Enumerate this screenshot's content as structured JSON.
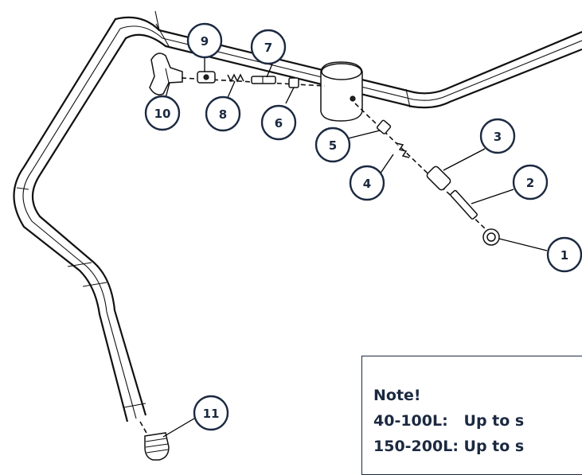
{
  "callouts": [
    {
      "id": "1",
      "label": "1"
    },
    {
      "id": "2",
      "label": "2"
    },
    {
      "id": "3",
      "label": "3"
    },
    {
      "id": "4",
      "label": "4"
    },
    {
      "id": "5",
      "label": "5"
    },
    {
      "id": "6",
      "label": "6"
    },
    {
      "id": "7",
      "label": "7"
    },
    {
      "id": "8",
      "label": "8"
    },
    {
      "id": "9",
      "label": "9"
    },
    {
      "id": "10",
      "label": "10"
    },
    {
      "id": "11",
      "label": "11"
    }
  ],
  "note": {
    "title": "Note!",
    "line1": "40-100L:   Up to s",
    "line2": "150-200L: Up to s"
  },
  "colors": {
    "callout_stroke": "#1b2940",
    "line": "#111111",
    "background": "#ffffff"
  }
}
